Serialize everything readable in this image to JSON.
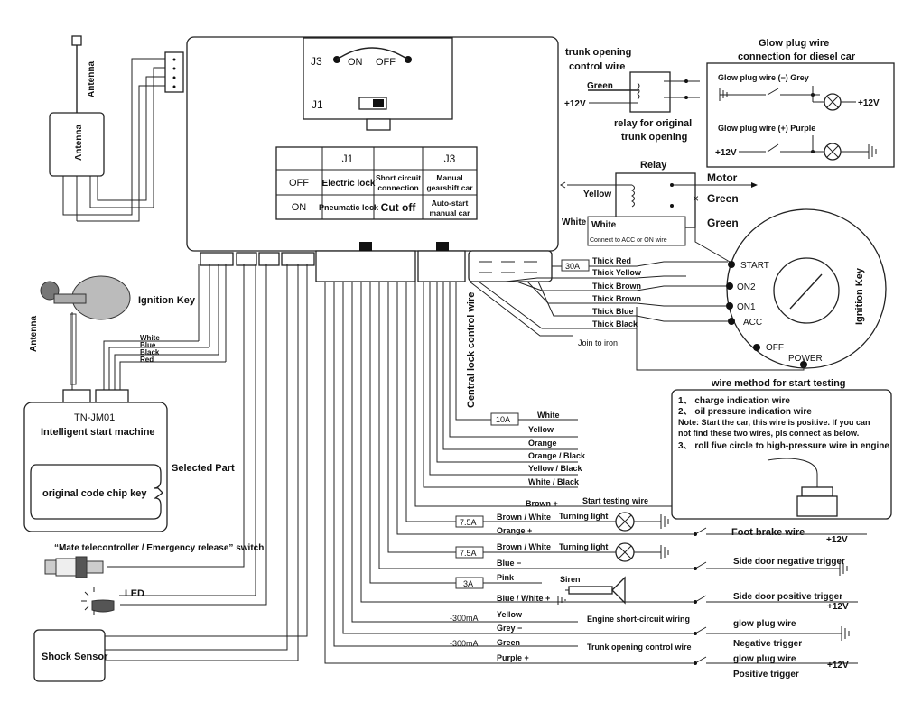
{
  "antenna": {
    "side_label": "Antenna",
    "box_label": "Antenna",
    "ik_side_label": "Antenna"
  },
  "jumpers": {
    "j3": "J3",
    "on": "ON",
    "off": "OFF",
    "j1": "J1"
  },
  "jtable": {
    "h_j1": "J1",
    "h_j3": "J3",
    "r1": [
      "OFF",
      "Electric lock",
      "Short circuit connection",
      "Manual gearshift car"
    ],
    "r2": [
      "ON",
      "Pneumatic lock",
      "Cut off",
      "Auto-start manual car"
    ]
  },
  "trunk": {
    "title1": "trunk opening",
    "title2": "control wire",
    "green": "Green",
    "v12": "+12V",
    "relay1": "relay for original",
    "relay2": "trunk opening"
  },
  "glow": {
    "title1": "Glow plug wire",
    "title2": "connection for diesel car",
    "neg_label": "Glow plug wire (−) Grey",
    "pos_label": "Glow plug wire (+) Purple",
    "v12a": "+12V",
    "v12b": "+12V"
  },
  "relay": {
    "title": "Relay",
    "yellow": "Yellow",
    "white_out": "White",
    "white_in": "White",
    "note": "Connect to ACC or ON wire",
    "motor": "Motor",
    "green1": "Green",
    "green2": "Green"
  },
  "ignition_switch": {
    "label": "Ignition Key",
    "start": "START",
    "on2": "ON2",
    "on1": "ON1",
    "acc": "ACC",
    "off": "OFF",
    "power": "POWER"
  },
  "thick_wires": {
    "fuse": "30A",
    "items": [
      "Thick Red",
      "Thick Yellow",
      "Thick Brown",
      "Thick Brown",
      "Thick Blue",
      "Thick Black"
    ],
    "iron": "Join to iron"
  },
  "ignition_key": {
    "label": "Ignition Key",
    "wires": [
      "White",
      "Blue",
      "Black",
      "Red"
    ]
  },
  "machine": {
    "model": "TN-JM01",
    "name": "Intelligent start machine",
    "chip": "original code chip key",
    "selected": "Selected Part"
  },
  "central_lock": {
    "label": "Central lock control wire",
    "fuse": "10A",
    "wires": [
      "White",
      "Yellow",
      "Orange",
      "Orange / Black",
      "Yellow / Black",
      "White / Black"
    ]
  },
  "start_test": {
    "title": "wire method for start testing",
    "l1": "1、 charge indication wire",
    "l2": "2、 oil pressure indication wire",
    "note1": "Note: Start the car, this wire is positive. If you can",
    "note2": "not find these two wires, pls connect as below.",
    "l3": "3、 roll five circle to high-pressure wire in engine"
  },
  "wires": {
    "brown_plus": "Brown +",
    "start_testing": "Start testing wire",
    "fuse1": "7.5A",
    "brown_white1": "Brown / White",
    "turning1": "Turning light",
    "orange_plus": "Orange +",
    "fuse2": "7.5A",
    "brown_white2": "Brown / White",
    "turning2": "Turning light",
    "blue_minus": "Blue −",
    "fuse3": "3A",
    "pink": "Pink",
    "siren": "Siren",
    "blue_white": "Blue / White +",
    "ma1": "-300mA",
    "yellow": "Yellow",
    "engine_sc": "Engine short-circuit wiring",
    "grey_minus": "Grey −",
    "ma2": "-300mA",
    "green": "Green",
    "trunk_ctrl": "Trunk opening control wire",
    "purple_plus": "Purple +"
  },
  "triggers": {
    "foot_brake": "Foot brake wire",
    "v12_1": "+12V",
    "side_neg": "Side door negative trigger",
    "side_pos": "Side door positive trigger",
    "v12_2": "+12V",
    "glow1": "glow plug wire",
    "neg_trig": "Negative trigger",
    "glow2": "glow plug wire",
    "pos_trig": "Positive trigger",
    "v12_3": "+12V"
  },
  "devices": {
    "mate_switch": "“Mate telecontroller / Emergency release” switch",
    "led": "LED",
    "shock": "Shock Sensor"
  }
}
